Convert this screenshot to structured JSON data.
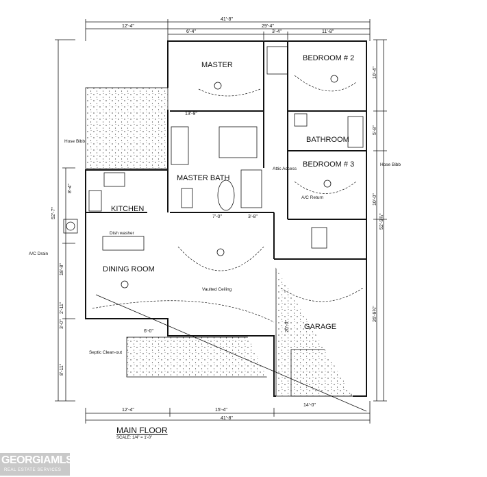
{
  "title": "MAIN FLOOR",
  "scale": "SCALE: 1/4\" = 1'-0\"",
  "logo": {
    "main": "GEORGIAMLS",
    "sub": "REAL ESTATE SERVICES"
  },
  "rooms": {
    "master": "MASTER",
    "bedroom2": "BEDROOM # 2",
    "bathroom": "BATHROOM",
    "bedroom3": "BEDROOM # 3",
    "master_bath": "MASTER BATH",
    "kitchen": "KITCHEN",
    "dining": "DINING ROOM",
    "garage": "GARAGE"
  },
  "notes": {
    "hose_bibb_left": "Hose Bibb",
    "hose_bibb_right": "Hose Bibb",
    "ac_drain": "A/C Drain",
    "attic_access": "Attic Access",
    "ac_return": "A/C Return",
    "dish_washer": "Dish washer",
    "vaulted_ceiling": "Vaulted Ceiling",
    "septic": "Septic Clean-out"
  },
  "dims": {
    "top_overall": "41'-8\"",
    "top_left": "12'-4\"",
    "top_right": "29'-4\"",
    "top_master": "6'-4\"",
    "top_mid": "3'-4\"",
    "top_bed2": "11'-8\"",
    "bot_overall": "41'-8\"",
    "bot_left": "12'-4\"",
    "bot_mid": "15'-4\"",
    "bot_garage": "14'-0\"",
    "left_overall": "52'-7\"",
    "left_kitchen": "8'-4\"",
    "left_dining": "18'-8\"",
    "left_small1": "2'-11\"",
    "left_small2": "3'-0\"",
    "left_bottom": "8'-11\"",
    "right_overall": "52'-9¾\"",
    "right_bed2": "10'-4\"",
    "right_bath": "5'-8\"",
    "right_bed3": "10'-0\"",
    "right_garage": "26'-9¾\"",
    "master_width": "13'-9\"",
    "mb_7": "7'-0\"",
    "mb_3": "3'-8\"",
    "dining_6": "6'-0\"",
    "garage_20": "20'-0\""
  }
}
